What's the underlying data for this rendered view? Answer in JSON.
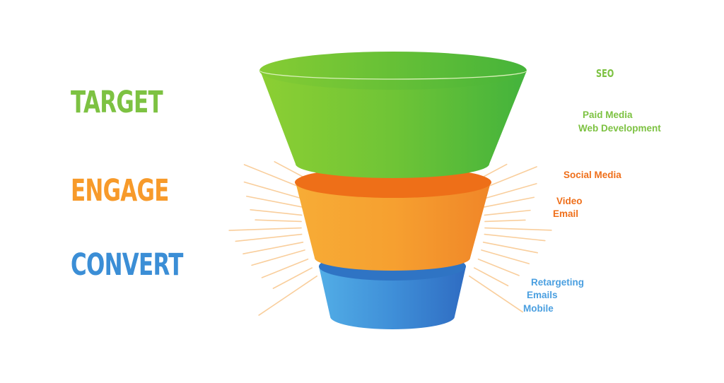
{
  "colors": {
    "target": "#7dc242",
    "engage": "#f79a2a",
    "engage_text": "#ef6f1a",
    "convert": "#3b8ed6",
    "convert_text": "#4a9fe0"
  },
  "stages": [
    {
      "label": "TARGET",
      "tactics": [
        "SEO",
        "Paid Media",
        "Web Development"
      ]
    },
    {
      "label": "ENGAGE",
      "tactics": [
        "Social Media",
        "Video",
        "Email"
      ]
    },
    {
      "label": "CONVERT",
      "tactics": [
        "Retargeting",
        "Emails",
        "Mobile"
      ]
    }
  ]
}
